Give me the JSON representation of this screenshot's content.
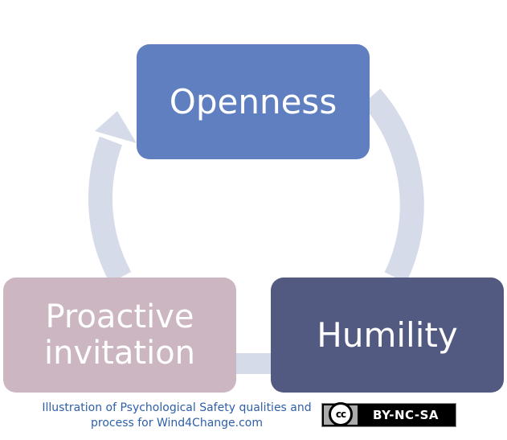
{
  "diagram": {
    "nodes": [
      {
        "id": "openness",
        "lines": [
          "Openness"
        ],
        "color": "#5f7fc1"
      },
      {
        "id": "humility",
        "lines": [
          "Humility"
        ],
        "color": "#525a82"
      },
      {
        "id": "proactive",
        "lines": [
          "Proactive",
          "invitation"
        ],
        "color": "#ccb6c1"
      }
    ],
    "cycle_color": "#d6dbe9",
    "flow": "clockwise"
  },
  "caption": {
    "line1": "Illustration of Psychological Safety qualities and",
    "line2": "process for Wind4Change.com"
  },
  "license": {
    "icon": "creative-commons-icon",
    "icon_text": "cc",
    "label": "BY-NC-SA"
  }
}
